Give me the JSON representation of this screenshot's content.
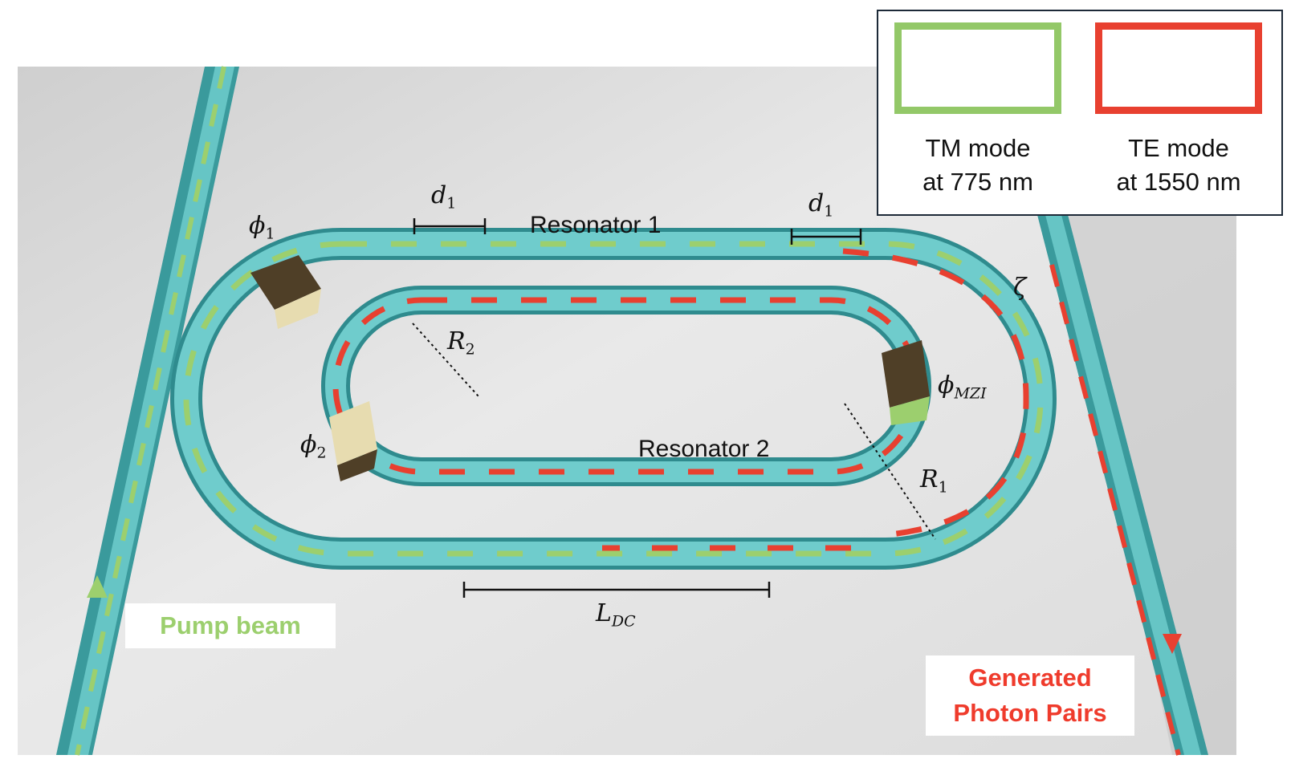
{
  "colors": {
    "background_gradient": [
      "#d4d4d4",
      "#ececec"
    ],
    "waveguide": "#6fcccc",
    "waveguide_dark": "#3a9a9c",
    "pump_green": "#9ccf6e",
    "signal_red": "#e84030",
    "heater_dark": "#4f3f27",
    "heater_light": "#e7dcb0",
    "tm_border": "#93c868",
    "te_border": "#e84030",
    "field_background": "#08109a"
  },
  "labels": {
    "resonator_1": "Resonator 1",
    "resonator_2": "Resonator 2",
    "phi_1": {
      "base": "ϕ",
      "sub": "1"
    },
    "phi_2": {
      "base": "ϕ",
      "sub": "2"
    },
    "phi_mzi": {
      "base": "ϕ",
      "sub": "MZI"
    },
    "d1_left": {
      "base": "d",
      "sub": "1"
    },
    "d1_right": {
      "base": "d",
      "sub": "1"
    },
    "r_1": {
      "base": "R",
      "sub": "1"
    },
    "r_2": {
      "base": "R",
      "sub": "2"
    },
    "l_dc": {
      "base": "L",
      "sub": "DC"
    },
    "zeta": "ζ",
    "pump_beam": "Pump beam",
    "generated_line1": "Generated",
    "generated_line2": "Photon Pairs"
  },
  "inset": {
    "tm": {
      "line1": "TM mode",
      "line2": "at 775 nm"
    },
    "te": {
      "line1": "TE mode",
      "line2": "at 1550 nm"
    }
  }
}
